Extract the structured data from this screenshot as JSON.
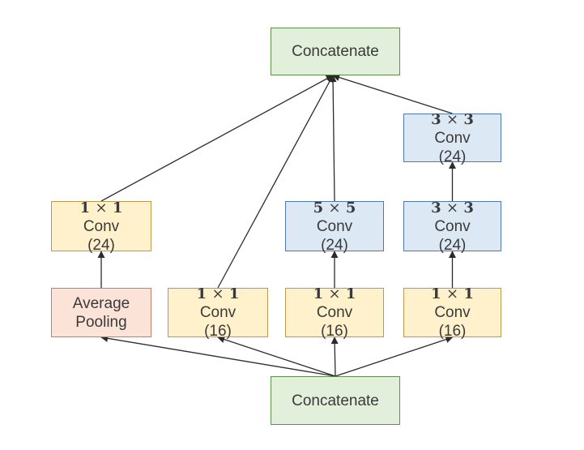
{
  "colors": {
    "green_fill": "#e2efda",
    "green_border": "#5f8d4c",
    "yellow_fill": "#fff1cc",
    "yellow_border": "#b89a4d",
    "blue_fill": "#dde8f5",
    "blue_border": "#4f79ac",
    "pink_fill": "#fbe3d8",
    "pink_border": "#be7f6a",
    "edge": "#2b2b2b",
    "text": "#3a3a3a"
  },
  "nodes": {
    "concat_top": {
      "label": "Concatenate"
    },
    "concat_bottom": {
      "label": "Concatenate"
    },
    "avg_pool": {
      "line1": "Average",
      "line2": "Pooling"
    },
    "conv1x1_pool": {
      "math": "1 × 1",
      "op": "Conv",
      "channels": "(24)"
    },
    "conv1x1_b2": {
      "math": "1 × 1",
      "op": "Conv",
      "channels": "(16)"
    },
    "conv1x1_b3": {
      "math": "1 × 1",
      "op": "Conv",
      "channels": "(16)"
    },
    "conv1x1_b4": {
      "math": "1 × 1",
      "op": "Conv",
      "channels": "(16)"
    },
    "conv5x5": {
      "math": "5 × 5",
      "op": "Conv",
      "channels": "(24)"
    },
    "conv3x3_a": {
      "math": "3 × 3",
      "op": "Conv",
      "channels": "(24)"
    },
    "conv3x3_b": {
      "math": "3 × 3",
      "op": "Conv",
      "channels": "(24)"
    }
  },
  "edges": [
    [
      "concat_bottom",
      "avg_pool"
    ],
    [
      "concat_bottom",
      "conv1x1_b2"
    ],
    [
      "concat_bottom",
      "conv1x1_b3"
    ],
    [
      "concat_bottom",
      "conv1x1_b4"
    ],
    [
      "avg_pool",
      "conv1x1_pool"
    ],
    [
      "conv1x1_b3",
      "conv5x5"
    ],
    [
      "conv1x1_b4",
      "conv3x3_a"
    ],
    [
      "conv3x3_a",
      "conv3x3_b"
    ],
    [
      "conv1x1_pool",
      "concat_top"
    ],
    [
      "conv1x1_b2",
      "concat_top"
    ],
    [
      "conv5x5",
      "concat_top"
    ],
    [
      "conv3x3_b",
      "concat_top"
    ]
  ]
}
